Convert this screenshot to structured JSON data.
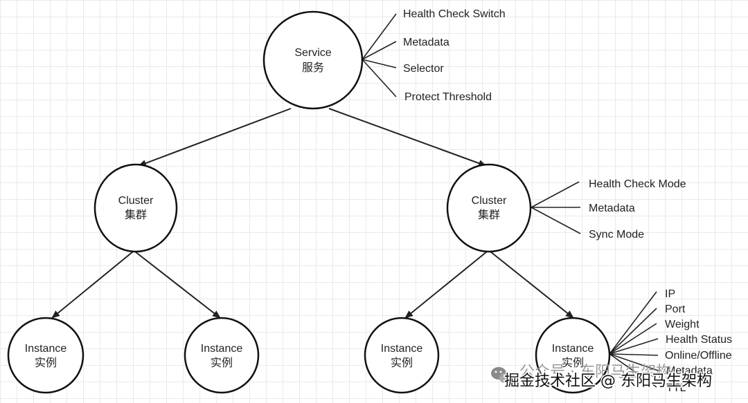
{
  "nodes": {
    "service": {
      "title": "Service",
      "subtitle": "服务"
    },
    "cluster_left": {
      "title": "Cluster",
      "subtitle": "集群"
    },
    "cluster_right": {
      "title": "Cluster",
      "subtitle": "集群"
    },
    "instance_1": {
      "title": "Instance",
      "subtitle": "实例"
    },
    "instance_2": {
      "title": "Instance",
      "subtitle": "实例"
    },
    "instance_3": {
      "title": "Instance",
      "subtitle": "实例"
    },
    "instance_4": {
      "title": "Instance",
      "subtitle": "实例"
    }
  },
  "service_attributes": [
    "Health Check Switch",
    "Metadata",
    "Selector",
    "Protect Threshold"
  ],
  "cluster_attributes": [
    "Health Check Mode",
    "Metadata",
    "Sync Mode"
  ],
  "instance_attributes": [
    "IP",
    "Port",
    "Weight",
    "Health Status",
    "Online/Offline",
    "Metadata",
    "TTL"
  ],
  "watermark": {
    "faint_line": "公众号 · 东阳马生架构",
    "main_line": "掘金技术社区 @ 东阳马生架构"
  }
}
